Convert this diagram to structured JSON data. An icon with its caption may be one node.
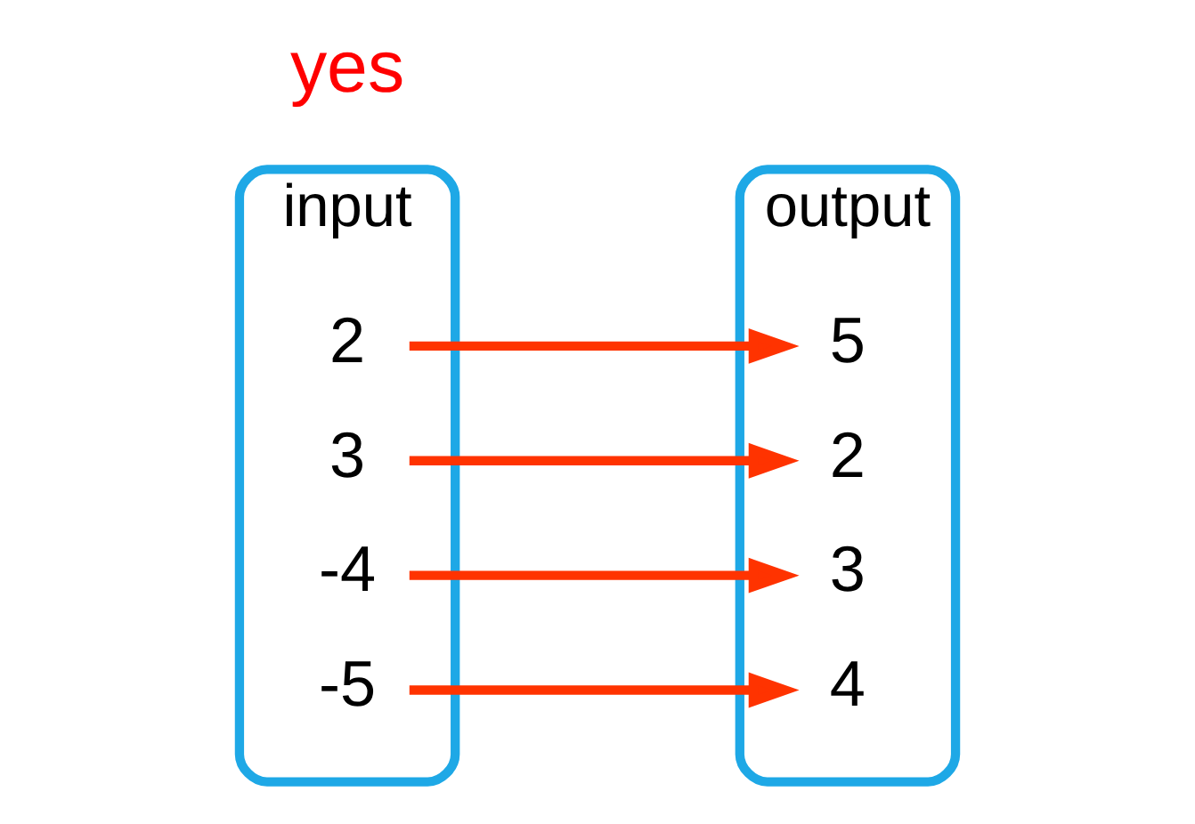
{
  "diagram": {
    "nodes": [
      {
        "text": [
          "input"
        ]
      },
      {
        "text": [
          "2"
        ],
        "in": 0
      },
      {
        "text": [
          "3"
        ],
        "in": 0
      },
      {
        "text": [
          "-4"
        ],
        "in": 0
      },
      {
        "text": [
          "-5"
        ],
        "in": 0
      },
      {
        "text": [
          "output"
        ]
      },
      {
        "text": [
          "2"
        ],
        "in": 5
      },
      {
        "text": [
          "3"
        ],
        "in": 5
      },
      {
        "text": [
          "4"
        ],
        "in": 5
      },
      {
        "text": [
          "5"
        ],
        "in": 5
      }
    ],
    "edges": [
      {
        "from": 1,
        "to": 9,
        "arrow": "to"
      },
      {
        "from": 2,
        "to": 6,
        "arrow": "to"
      },
      {
        "from": 3,
        "to": 7,
        "arrow": "to"
      },
      {
        "from": 4,
        "to": 8,
        "arrow": "to"
      }
    ],
    "labels": [
      "yes"
    ]
  }
}
